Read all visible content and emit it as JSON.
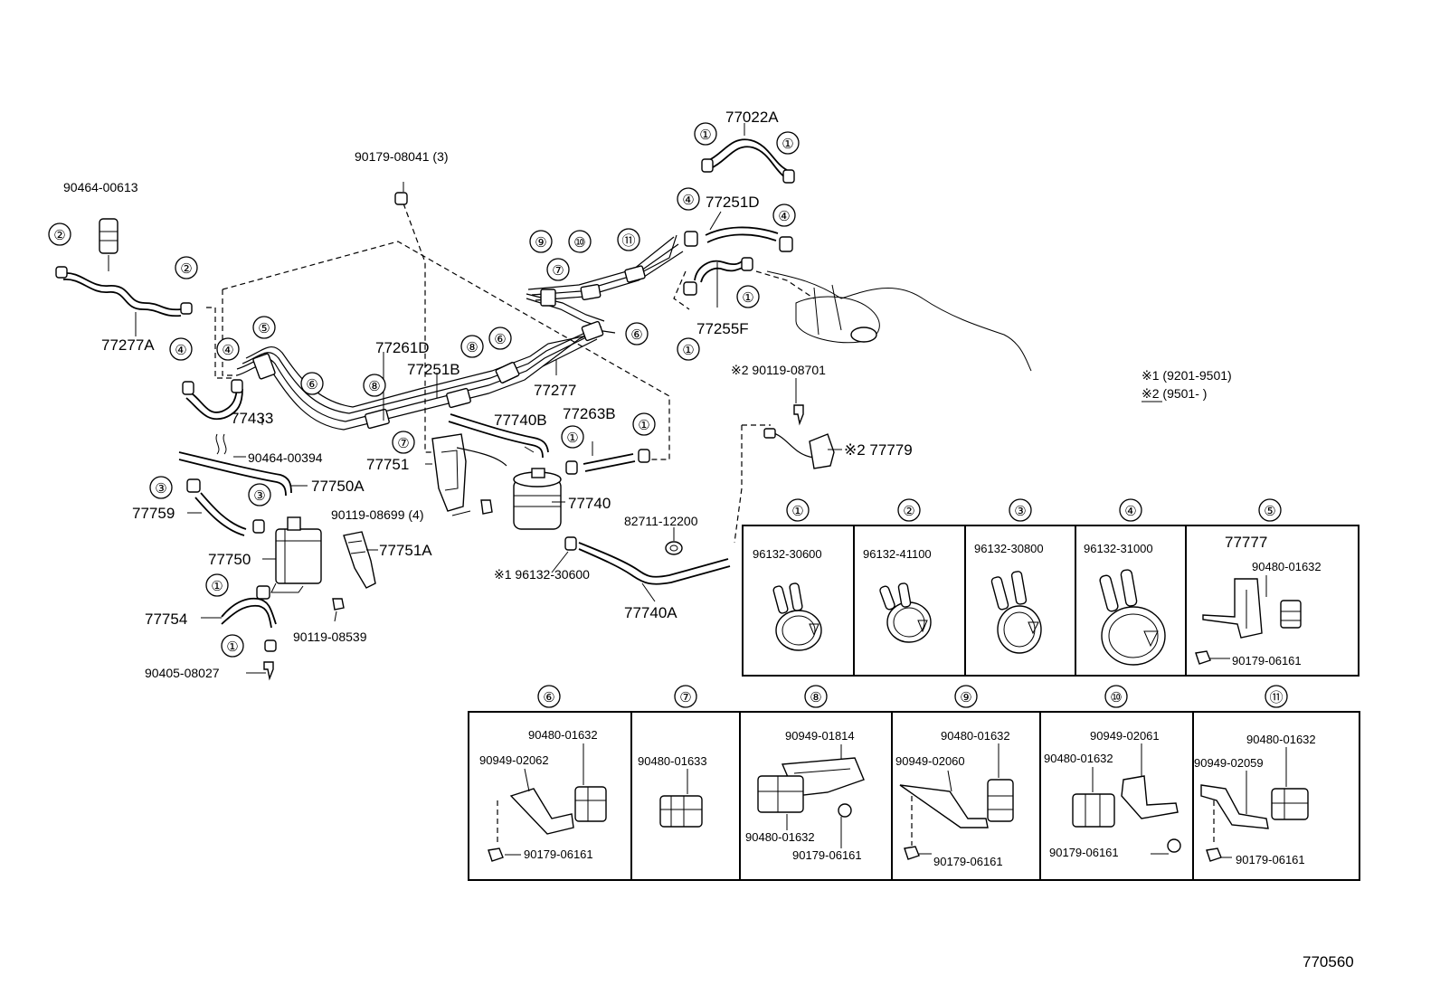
{
  "diagram_number": "770560",
  "legend": {
    "note1": "※1 (9201-9501)",
    "note2": "※2 (9501-         )"
  },
  "part_labels": {
    "p90464_00613": "90464-00613",
    "p90179_08041": "90179-08041 (3)",
    "p77022A": "77022A",
    "p77251D": "77251D",
    "p77255F": "77255F",
    "p77277A": "77277A",
    "p77261D": "77261D",
    "p77251B": "77251B",
    "p77277": "77277",
    "p77433": "77433",
    "p90464_00394": "90464-00394",
    "p77751": "77751",
    "p77740B": "77740B",
    "p77263B": "77263B",
    "p90119_08701": "※2 90119-08701",
    "p77779": "※2 77779",
    "p77750A": "77750A",
    "p77759": "77759",
    "p77740": "77740",
    "p90119_08699": "90119-08699 (4)",
    "p82711_12200": "82711-12200",
    "p77751A": "77751A",
    "p77750": "77750",
    "p96132_30600_main": "※1 96132-30600",
    "p77740A": "77740A",
    "p77754": "77754",
    "p90119_08539": "90119-08539",
    "p90405_08027": "90405-08027"
  },
  "callouts": [
    "①",
    "②",
    "③",
    "④",
    "⑤",
    "⑥",
    "⑦",
    "⑧",
    "⑨",
    "⑩",
    "⑪"
  ],
  "detail_row1": [
    {
      "num": "①",
      "part": "96132-30600"
    },
    {
      "num": "②",
      "part": "96132-41100"
    },
    {
      "num": "③",
      "part": "96132-30800"
    },
    {
      "num": "④",
      "part": "96132-31000"
    },
    {
      "num": "⑤",
      "part": "77777",
      "part2": "90480-01632",
      "part3": "90179-06161"
    }
  ],
  "detail_row2": [
    {
      "num": "⑥",
      "a": "90480-01632",
      "b": "90949-02062",
      "c": "90179-06161"
    },
    {
      "num": "⑦",
      "a": "90480-01633"
    },
    {
      "num": "⑧",
      "a": "90949-01814",
      "b": "90480-01632",
      "c": "90179-06161"
    },
    {
      "num": "⑨",
      "a": "90480-01632",
      "b": "90949-02060",
      "c": "90179-06161"
    },
    {
      "num": "⑩",
      "a": "90949-02061",
      "b": "90480-01632",
      "c": "90179-06161"
    },
    {
      "num": "⑪",
      "a": "90480-01632",
      "b": "90949-02059",
      "c": "90179-06161"
    }
  ]
}
